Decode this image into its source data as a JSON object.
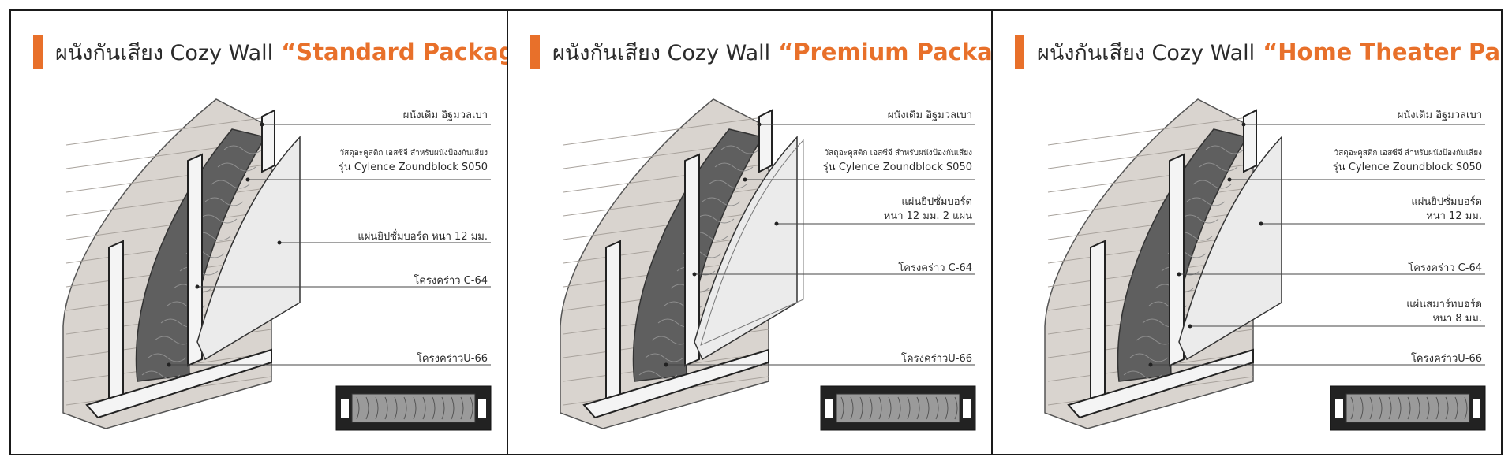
{
  "colors": {
    "accent": "#e8702a",
    "wall": "#d9d4cf",
    "board": "#ebebeb",
    "insulation": "#5f5f5f",
    "frame": "#f4f4f4"
  },
  "panels": [
    {
      "title_prefix": "ผนังกันเสียง Cozy Wall",
      "title_package": "“Standard Package”",
      "labels": {
        "existing_wall": "ผนังเดิม อิฐมวลเบา",
        "material": "วัสดุอะคูสติก เอสซีจี สำหรับผนังป้องกันเสียง",
        "model": "รุ่น Cylence Zoundblock S050",
        "board": "แผ่นยิปซั่มบอร์ด หนา 12 มม.",
        "frame_c": "โครงคร่าว C-64",
        "frame_u": "โครงคร่าวU-66"
      }
    },
    {
      "title_prefix": "ผนังกันเสียง Cozy Wall",
      "title_package": "“Premium Package”",
      "labels": {
        "existing_wall": "ผนังเดิม อิฐมวลเบา",
        "material": "วัสดุอะคูสติก เอสซีจี สำหรับผนังป้องกันเสียง",
        "model": "รุ่น Cylence Zoundblock S050",
        "board_line1": "แผ่นยิปซั่มบอร์ด",
        "board_line2": "หนา 12 มม. 2 แผ่น",
        "frame_c": "โครงคร่าว C-64",
        "frame_u": "โครงคร่าวU-66"
      }
    },
    {
      "title_prefix": "ผนังกันเสียง Cozy Wall",
      "title_package": "“Home Theater Package”",
      "labels": {
        "existing_wall": "ผนังเดิม อิฐมวลเบา",
        "material": "วัสดุอะคูสติก เอสซีจี สำหรับผนังป้องกันเสียง",
        "model": "รุ่น Cylence Zoundblock S050",
        "board_line1": "แผ่นยิปซั่มบอร์ด",
        "board_line2": "หนา 12 มม.",
        "frame_c": "โครงคร่าว C-64",
        "smartboard_line1": "แผ่นสมาร์ทบอร์ด",
        "smartboard_line2": "หนา 8 มม.",
        "frame_u": "โครงคร่าวU-66"
      }
    }
  ]
}
